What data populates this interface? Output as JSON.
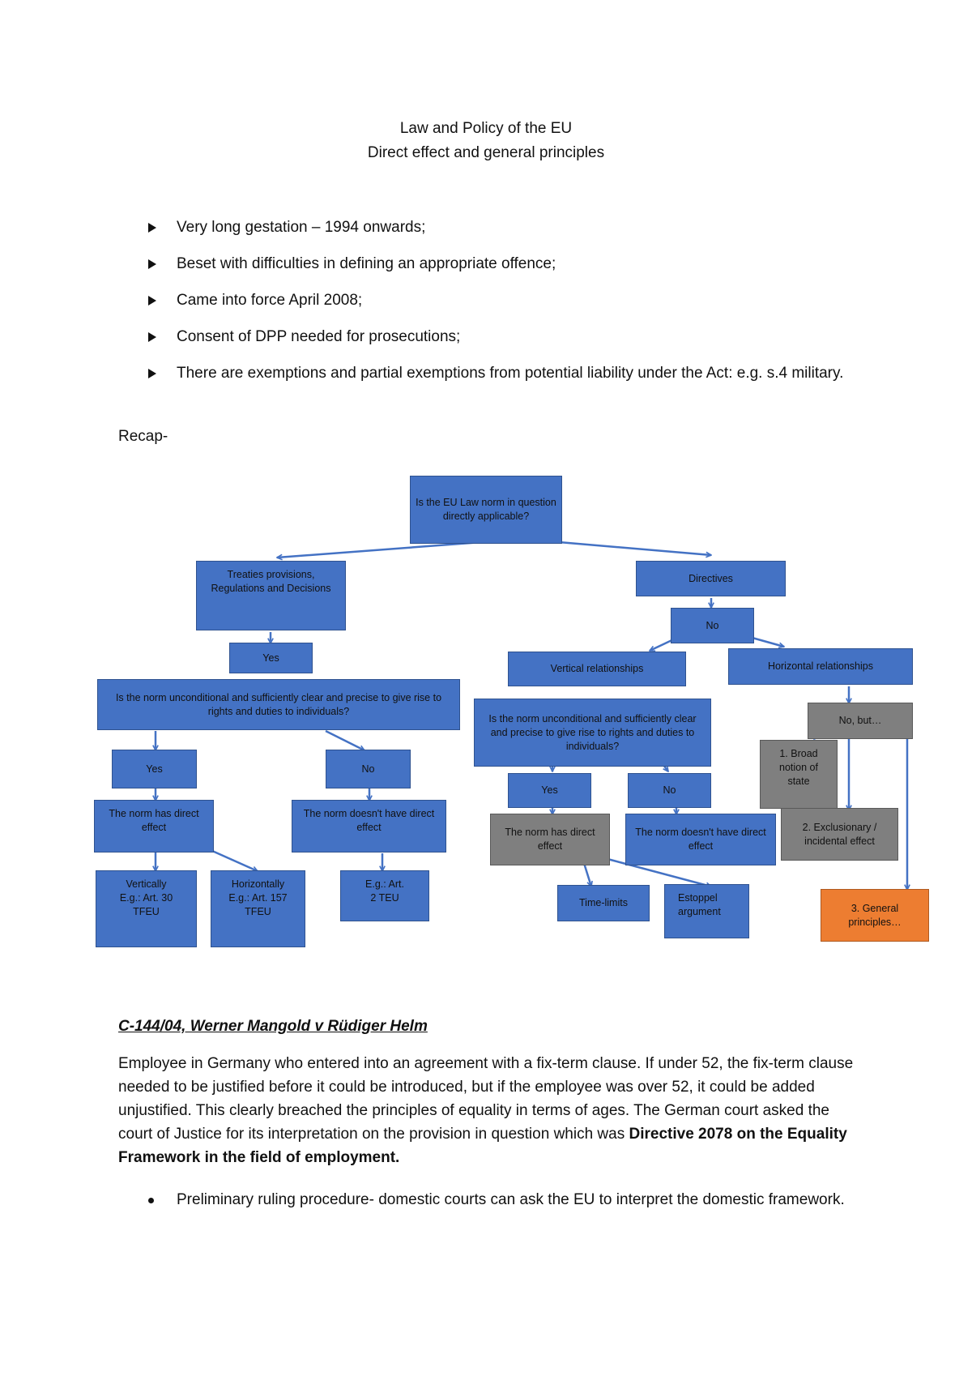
{
  "header": {
    "title": "Law and Policy of the EU",
    "subtitle": "Direct effect and general principles"
  },
  "bullets": [
    "Very long gestation – 1994 onwards;",
    "Beset with difficulties in defining an appropriate offence;",
    "Came into force April 2008;",
    "Consent of DPP needed for prosecutions;",
    "There are exemptions and partial exemptions from potential liability under the Act: e.g. s.4 military."
  ],
  "recap_label": "Recap-",
  "flowchart": {
    "root": "Is the EU Law norm in question directly applicable?",
    "treaties": "Treaties provisions, Regulations and Decisions",
    "directives": "Directives",
    "yes_treaties": "Yes",
    "no_directives": "No",
    "question_left": "Is the norm unconditional and sufficiently clear and precise to give rise to rights and duties to individuals?",
    "vertical_rel": "Vertical relationships",
    "horizontal_rel": "Horizontal relationships",
    "question_right": "Is the norm unconditional and sufficiently clear and precise to give rise to rights and duties to individuals?",
    "no_but": "No, but…",
    "yes_left": "Yes",
    "no_left": "No",
    "direct_effect_left": "The norm has direct effect",
    "no_direct_effect_left": "The norm doesn't have direct effect",
    "vertically": "Vertically E.g.: Art. 30 TFEU",
    "horizontally": "Horizontally E.g.: Art. 157 TFEU",
    "eg_art2": "E.g.: Art. 2 TEU",
    "yes_right": "Yes",
    "no_right": "No",
    "direct_effect_right": "The norm has direct effect",
    "no_direct_effect_right": "The norm doesn't have direct effect",
    "time_limits": "Time-limits",
    "estoppel": "Estoppel argument",
    "broad_notion": "1. Broad notion of state",
    "exclusionary": "2. Exclusionary / incidental effect",
    "general_principles": "3. General principles…"
  },
  "colors": {
    "node_blue": "#4472c4",
    "node_grey": "#7f7f7f",
    "node_orange": "#ed7d31"
  },
  "case": {
    "title": "C-144/04, Werner Mangold v Rüdiger Helm",
    "paragraph_text": "Employee in Germany who entered into an agreement with a fix-term clause. If under 52, the fix-term clause needed to be justified before it could be introduced, but if the employee was over 52, it could be added unjustified. This clearly breached the principles of equality in terms of ages. The German court asked the court of Justice for its interpretation on the provision in question which was ",
    "paragraph_bold": "Directive 2078 on the Equality Framework in the field of employment.",
    "bullet": "Preliminary ruling procedure- domestic courts can ask the EU to interpret the domestic framework."
  }
}
